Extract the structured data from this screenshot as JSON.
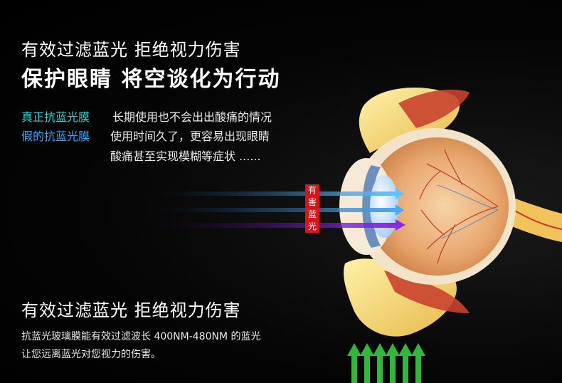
{
  "headline": "有效过滤蓝光 拒绝视力伤害",
  "slogan": "保护眼睛 将空谈化为行动",
  "comparison": {
    "real_label": "真正抗蓝光膜",
    "real_text": "长期使用也不会出出酸痛的情况",
    "fake_label": "假的抗蓝光膜",
    "fake_text": "使用时间久了，更容易出现眼睛",
    "fake_text_2": "酸痛甚至实现模糊等症状 ......"
  },
  "harm_label": [
    "有",
    "害",
    "蓝",
    "光"
  ],
  "subheadline": "有效过滤蓝光 拒绝视力伤害",
  "description_1": "抗蓝光玻璃膜能有效过滤波长 400NM-480NM 的蓝光",
  "description_2": "让您远离蓝光对您视力的伤害。",
  "colors": {
    "cyan": "#23d6d6",
    "blue": "#2aa8ff",
    "harm_red": "#d6151c",
    "ray_blue": "#4fb3ff",
    "ray_purple": "#8a2be2",
    "arrow_green": "#2fb83a"
  },
  "icons": [
    "eye-anatomy-illustration",
    "green-up-arrows"
  ]
}
